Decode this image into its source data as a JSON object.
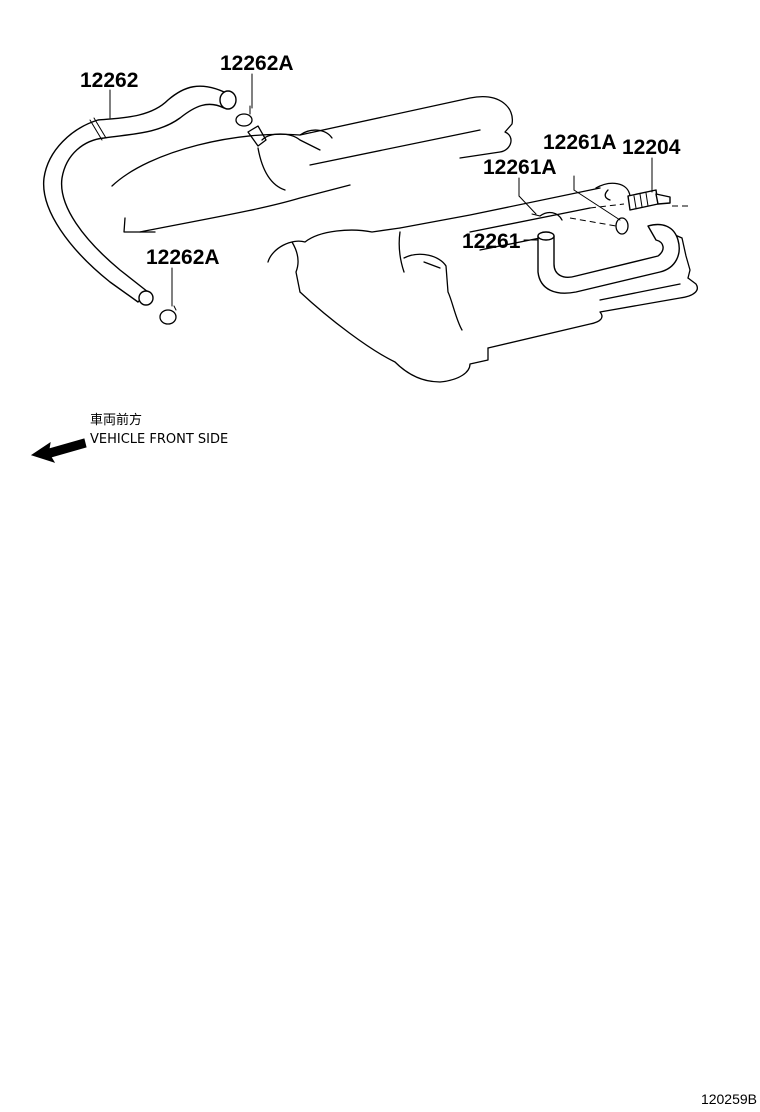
{
  "parts": {
    "hose_upper": "12262",
    "clamp_upper": "12262A",
    "clamp_lower": "12262A",
    "clamp_middle": "12261A",
    "clamp_right": "12261A",
    "valve": "12204",
    "hose_right": "12261"
  },
  "direction": {
    "label_jp": "車両前方",
    "label_en": "VEHICLE FRONT SIDE"
  },
  "drawing_id": "120259B"
}
